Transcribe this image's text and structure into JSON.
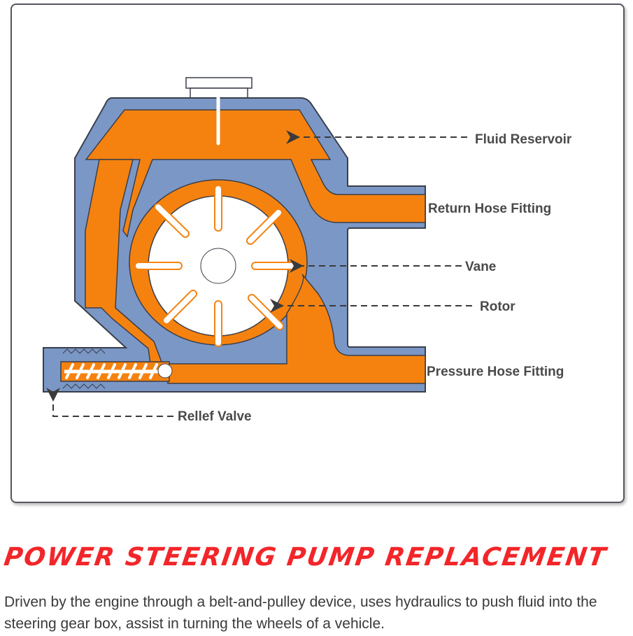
{
  "diagram": {
    "labels": {
      "fluid_reservoir": "Fluid Reservoir",
      "return_hose": "Return Hose Fitting",
      "vane": "Vane",
      "rotor": "Rotor",
      "pressure_hose": "Pressure Hose Fitting",
      "relief_valve": "Rellef Valve"
    },
    "colors": {
      "fluid": "#F5820F",
      "housing": "#7B97C6",
      "outline": "#3a3f4a",
      "title": "#F2262A"
    }
  },
  "title": "POWER STEERING PUMP REPLACEMENT",
  "description": "Driven by the engine through a belt-and-pulley device, uses hydraulics to push fluid into the steering gear box, assist in turning the wheels of a vehicle."
}
